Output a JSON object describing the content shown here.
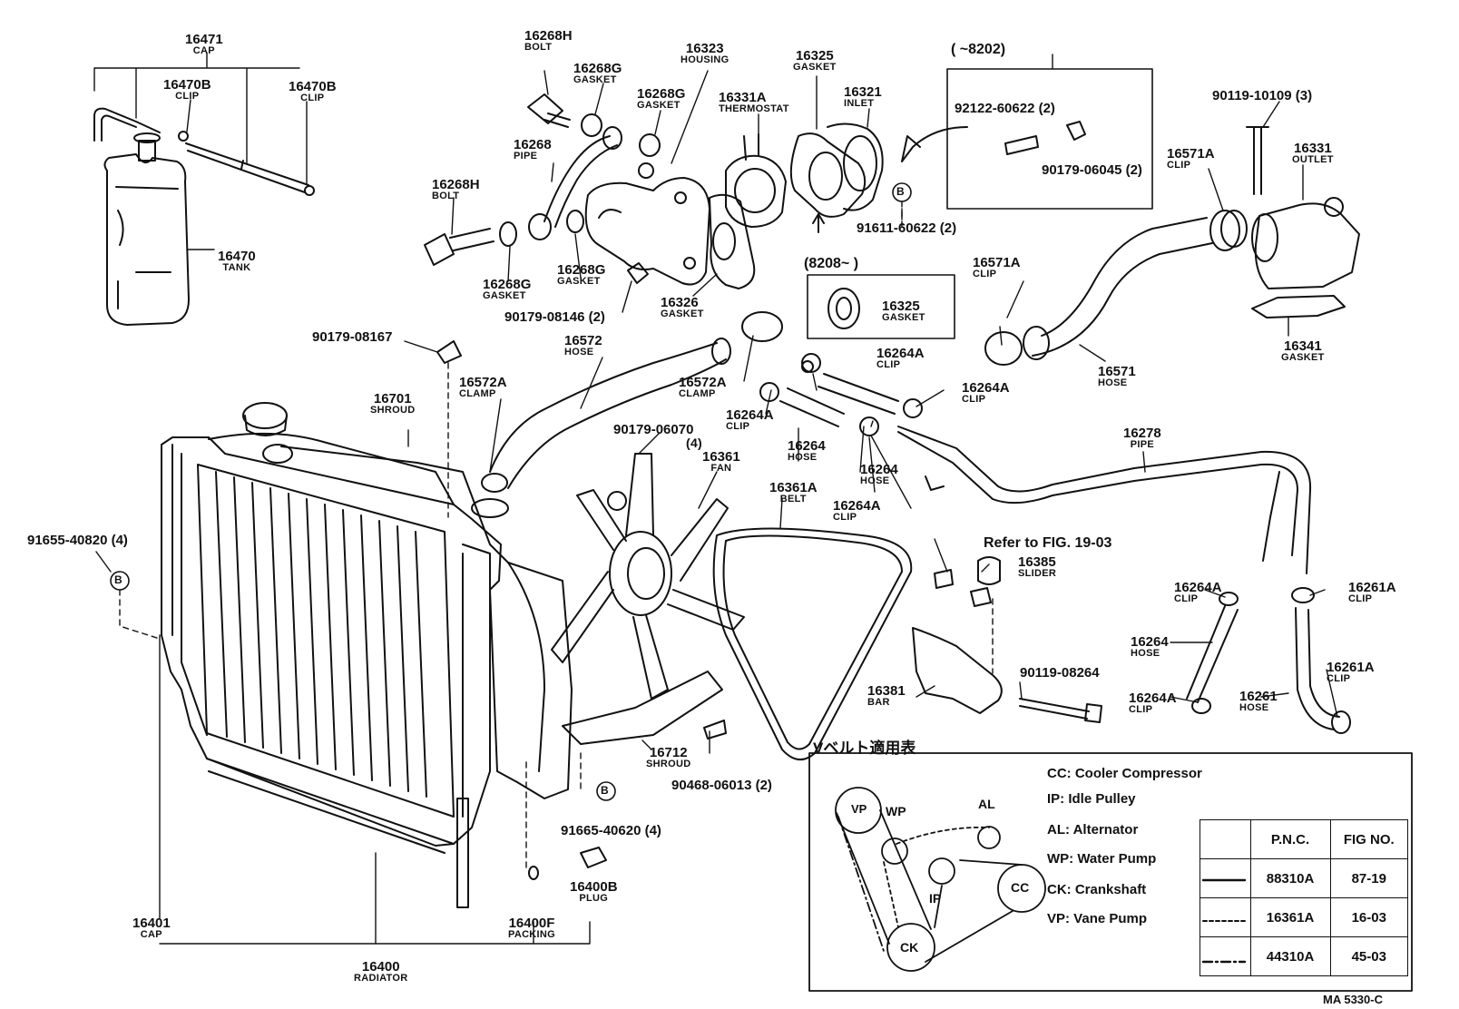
{
  "labels": {
    "p16471": {
      "num": "16471",
      "name": "CAP"
    },
    "p16470B_1": {
      "num": "16470B",
      "name": "CLIP"
    },
    "p16470B_2": {
      "num": "16470B",
      "name": "CLIP"
    },
    "p16470": {
      "num": "16470",
      "name": "TANK"
    },
    "p16268H_1": {
      "num": "16268H",
      "name": "BOLT"
    },
    "p16268G_1": {
      "num": "16268G",
      "name": "GASKET"
    },
    "p16268G_2": {
      "num": "16268G",
      "name": "GASKET"
    },
    "p16323": {
      "num": "16323",
      "name": "HOUSING"
    },
    "p16268": {
      "num": "16268",
      "name": "PIPE"
    },
    "p16268H_2": {
      "num": "16268H",
      "name": "BOLT"
    },
    "p16268G_3": {
      "num": "16268G",
      "name": "GASKET"
    },
    "p16268G_4": {
      "num": "16268G",
      "name": "GASKET"
    },
    "p16326": {
      "num": "16326",
      "name": "GASKET"
    },
    "p90179_08146": {
      "num": "90179-08146 (2)",
      "name": ""
    },
    "p16331A": {
      "num": "16331A",
      "name": "THERMOSTAT"
    },
    "p16325_1": {
      "num": "16325",
      "name": "GASKET"
    },
    "p16321": {
      "num": "16321",
      "name": "INLET"
    },
    "p91611": {
      "num": "91611-60622 (2)",
      "name": ""
    },
    "p16325_2": {
      "num": "16325",
      "name": "GASKET"
    },
    "p92122": {
      "num": "92122-60622 (2)",
      "name": ""
    },
    "p90179_06045": {
      "num": "90179-06045 (2)",
      "name": ""
    },
    "p90119_10109": {
      "num": "90119-10109 (3)",
      "name": ""
    },
    "p16571A_1": {
      "num": "16571A",
      "name": "CLIP"
    },
    "p16331": {
      "num": "16331",
      "name": "OUTLET"
    },
    "p16571A_2": {
      "num": "16571A",
      "name": "CLIP"
    },
    "p16341": {
      "num": "16341",
      "name": "GASKET"
    },
    "p16571": {
      "num": "16571",
      "name": "HOSE"
    },
    "p90179_08167": {
      "num": "90179-08167",
      "name": ""
    },
    "p16572": {
      "num": "16572",
      "name": "HOSE"
    },
    "p16572A_1": {
      "num": "16572A",
      "name": "CLAMP"
    },
    "p16572A_2": {
      "num": "16572A",
      "name": "CLAMP"
    },
    "p16701": {
      "num": "16701",
      "name": "SHROUD"
    },
    "p16264A_1": {
      "num": "16264A",
      "name": "CLIP"
    },
    "p16264A_2": {
      "num": "16264A",
      "name": "CLIP"
    },
    "p16264A_3": {
      "num": "16264A",
      "name": "CLIP"
    },
    "p16264_1": {
      "num": "16264",
      "name": "HOSE"
    },
    "p16264_2": {
      "num": "16264",
      "name": "HOSE"
    },
    "p16264A_4": {
      "num": "16264A",
      "name": "CLIP"
    },
    "p16278": {
      "num": "16278",
      "name": "PIPE"
    },
    "p90179_06070": {
      "num": "90179-06070",
      "name": "(4)"
    },
    "p16361": {
      "num": "16361",
      "name": "FAN"
    },
    "p16361A": {
      "num": "16361A",
      "name": "BELT"
    },
    "p91655": {
      "num": "91655-40820 (4)",
      "name": ""
    },
    "p16385": {
      "num": "16385",
      "name": "SLIDER"
    },
    "p16264A_5": {
      "num": "16264A",
      "name": "CLIP"
    },
    "p16261A_1": {
      "num": "16261A",
      "name": "CLIP"
    },
    "p16264_3": {
      "num": "16264",
      "name": "HOSE"
    },
    "p16261A_2": {
      "num": "16261A",
      "name": "CLIP"
    },
    "p16381": {
      "num": "16381",
      "name": "BAR"
    },
    "p90119_08264": {
      "num": "90119-08264",
      "name": ""
    },
    "p16264A_6": {
      "num": "16264A",
      "name": "CLIP"
    },
    "p16261": {
      "num": "16261",
      "name": "HOSE"
    },
    "p16712": {
      "num": "16712",
      "name": "SHROUD"
    },
    "p90468": {
      "num": "90468-06013 (2)",
      "name": ""
    },
    "p91665": {
      "num": "91665-40620 (4)",
      "name": ""
    },
    "p16400B": {
      "num": "16400B",
      "name": "PLUG"
    },
    "p16400F": {
      "num": "16400F",
      "name": "PACKING"
    },
    "p16401": {
      "num": "16401",
      "name": "CAP"
    },
    "p16400": {
      "num": "16400",
      "name": "RADIATOR"
    }
  },
  "inset_range_1": "(        ~8202)",
  "inset_range_2": "(8208~        )",
  "refer_note": "Refer to FIG. 19-03",
  "marker_b": "B",
  "belt_table_title": "Vベルト適用表",
  "legend": [
    "CC: Cooler Compressor",
    "IP: Idle Pulley",
    "AL: Alternator",
    "WP: Water Pump",
    "CK: Crankshaft",
    "VP: Vane Pump"
  ],
  "pulleys": {
    "vp": "VP",
    "wp": "WP",
    "al": "AL",
    "ip": "IP",
    "cc": "CC",
    "ck": "CK"
  },
  "table": {
    "headers": [
      "",
      "P.N.C.",
      "FIG NO."
    ],
    "rows": [
      {
        "pnc": "88310A",
        "fig": "87-19"
      },
      {
        "pnc": "16361A",
        "fig": "16-03"
      },
      {
        "pnc": "44310A",
        "fig": "45-03"
      }
    ]
  },
  "footer_code": "MA  5330-C"
}
